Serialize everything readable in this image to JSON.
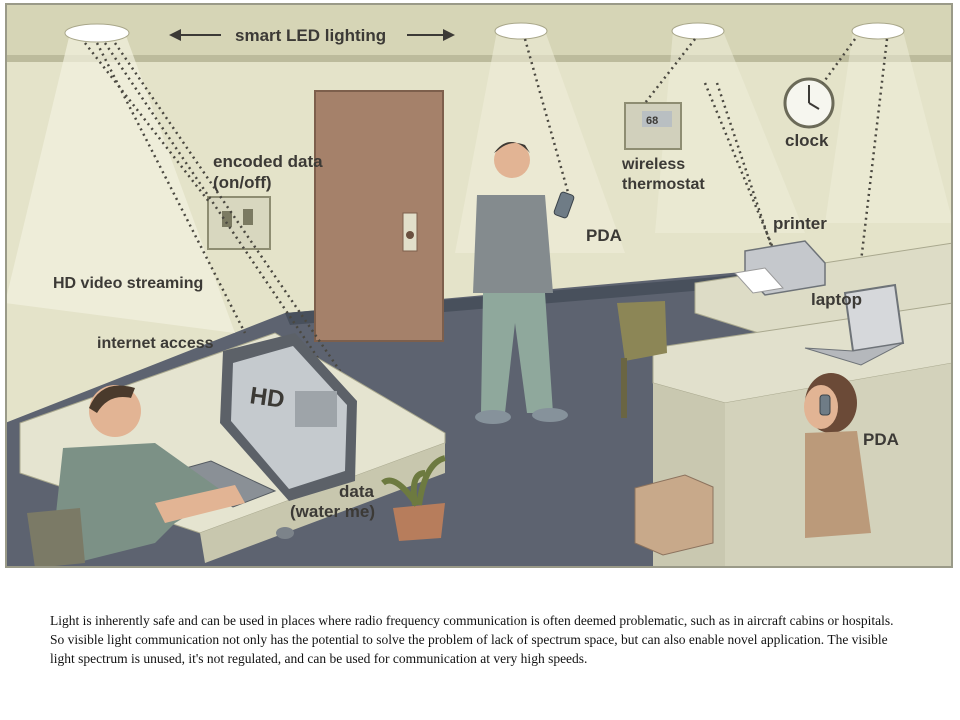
{
  "diagram": {
    "header_label": "smart LED lighting",
    "labels": {
      "encoded_data_line1": "encoded data",
      "encoded_data_line2": "(on/off)",
      "hd_video": "HD video streaming",
      "internet": "internet access",
      "data_line1": "data",
      "data_line2": "(water me)",
      "pda_standing": "PDA",
      "thermostat_line1": "wireless",
      "thermostat_line2": "thermostat",
      "thermostat_display": "68",
      "clock": "clock",
      "printer": "printer",
      "laptop": "laptop",
      "pda_seated": "PDA",
      "monitor_text": "HD"
    }
  },
  "caption": "Light is inherently safe and can be used in places where radio frequency communication is often deemed problematic, such as in aircraft cabins or hospitals. So visible light communication not only has the potential to solve the problem of lack of spectrum space, but can also enable novel application. The visible light spectrum is unused, it's not regulated, and can be used for communication at very high speeds."
}
